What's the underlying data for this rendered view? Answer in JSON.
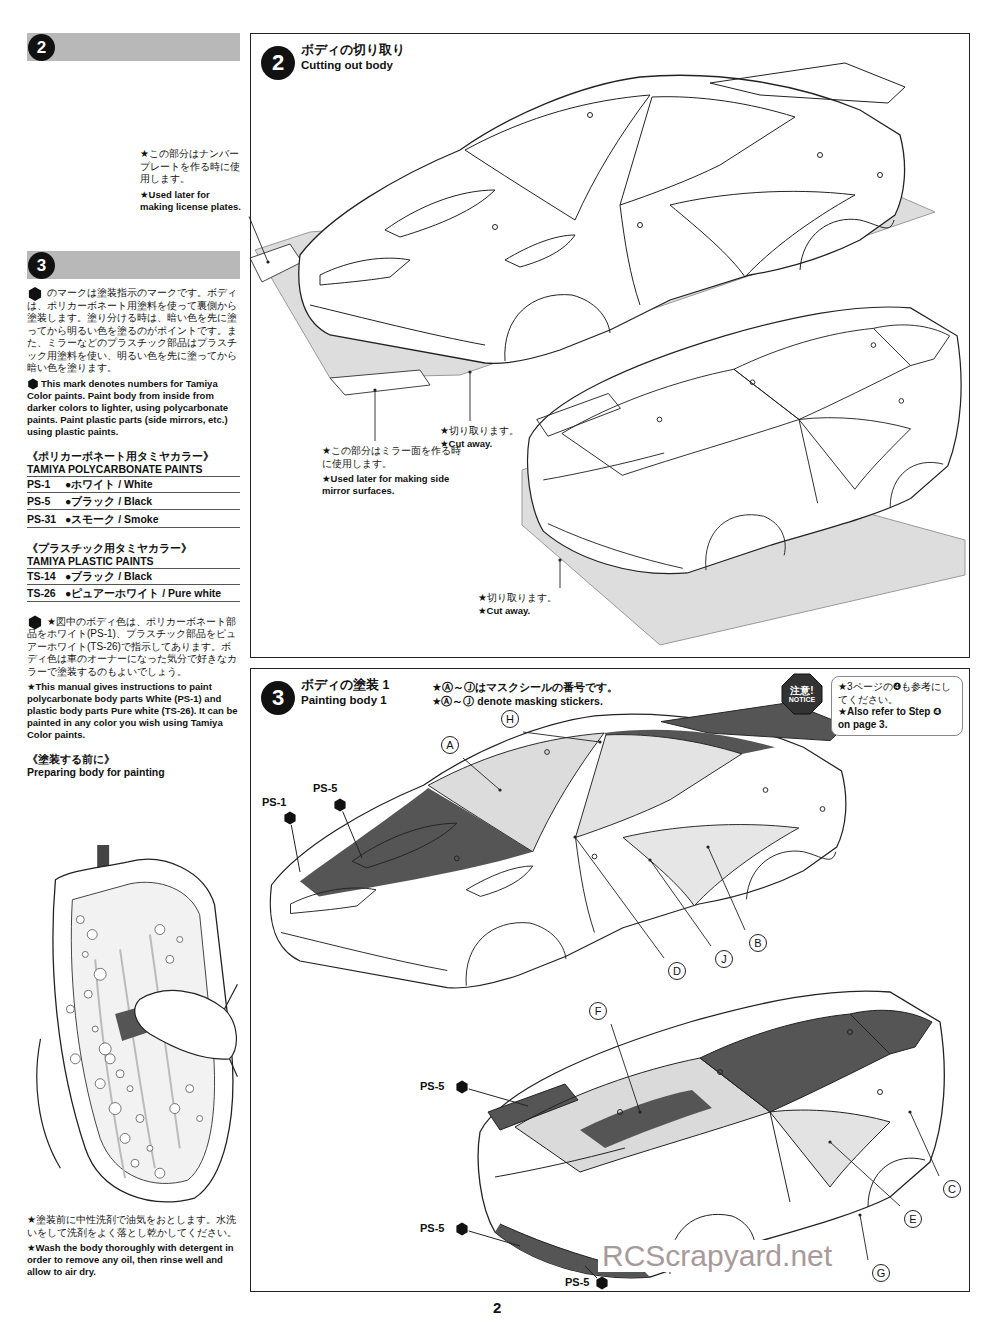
{
  "diagram": {
    "nodes": [
      {
        "text": [
          "2"
        ]
      },
      {
        "text": [
          "3"
        ]
      },
      {
        "text": [
          "ボディの切り取り",
          "Cutting out body"
        ]
      },
      {
        "text": [
          "2"
        ],
        "in": 2
      },
      {
        "text": [
          "ボディの塗装 1",
          "Painting body 1"
        ]
      },
      {
        "text": [
          "3"
        ],
        "in": 4
      },
      {
        "text": [
          "注意!",
          "NOTICE"
        ],
        "in": 4
      },
      {
        "text": [
          "★3ページの❹も参考にしてください。",
          "★Also refer to Step ❹ on page 3."
        ],
        "in": 4
      },
      {
        "text": [
          "A"
        ],
        "in": 4
      },
      {
        "text": [
          "H"
        ],
        "in": 4
      },
      {
        "text": [
          "B"
        ],
        "in": 4
      },
      {
        "text": [
          "D"
        ],
        "in": 4
      },
      {
        "text": [
          "J"
        ],
        "in": 4
      },
      {
        "text": [
          "F"
        ],
        "in": 4
      },
      {
        "text": [
          "C"
        ],
        "in": 4
      },
      {
        "text": [
          "E"
        ],
        "in": 4
      },
      {
        "text": [
          "G"
        ],
        "in": 4
      }
    ],
    "labels": [
      "のマークは塗装指示のマークです。ボディは、ポリカーボネート用塗料を使って裏側から塗装します。塗り分ける時は、暗い色を先に塗ってから明るい色を塗るのがポイントです。また、ミラーなどのプラスチック部品はプラスチック用塗料を使い、明るい色を先に塗ってから暗い色を塗ります。",
      "This mark denotes numbers for Tamiya Color paints. Paint body from inside from darker colors to lighter, using polycarbonate paints. Paint plastic parts (side mirrors, etc.) using plastic paints.",
      "《ポリカーボネート用タミヤカラー》",
      "TAMIYA POLYCARBONATE PAINTS",
      "PS-1",
      "●ホワイト / White",
      "PS-5",
      "●ブラック / Black",
      "PS-31",
      "●スモーク / Smoke",
      "《プラスチック用タミヤカラー》",
      "TAMIYA PLASTIC PAINTS",
      "TS-14",
      "●ブラック / Black",
      "TS-26",
      "●ピュアーホワイト / Pure white",
      "★図中のボディ色は、ポリカーボネート部品をホワイト(PS-1)、プラスチック部品をピュアーホワイト(TS-26)で指示してあります。ボディ色は車のオーナーになった気分で好きなカラーで塗装するのもよいでしょう。",
      "★This manual gives instructions to paint polycarbonate body parts White (PS-1) and plastic body parts Pure white (TS-26). It can be painted in any color you wish using Tamiya Color paints.",
      "《塗装する前に》",
      "Preparing body for painting",
      "★塗装前に中性洗剤で油気をおとします。水洗いをして洗剤をよく落とし乾かしてください。",
      "★Wash the body thoroughly with detergent in order to remove any oil, then rinse well and allow to air dry.",
      "★この部分はナンバープレートを作る時に使用します。",
      "★Used later for making license plates.",
      "★この部分はミラー面を作る時に使用します。",
      "★Used later for making side mirror surfaces.",
      "★切り取ります。",
      "★Cut away.",
      "★切り取ります。",
      "★Cut away.",
      "★Ⓐ～Ⓙはマスクシールの番号です。",
      "★Ⓐ～Ⓙ denote masking stickers.",
      "PS-1",
      "PS-5",
      "PS-5",
      "PS-5",
      "PS-5",
      "2",
      "RCScrapyard.net"
    ]
  }
}
